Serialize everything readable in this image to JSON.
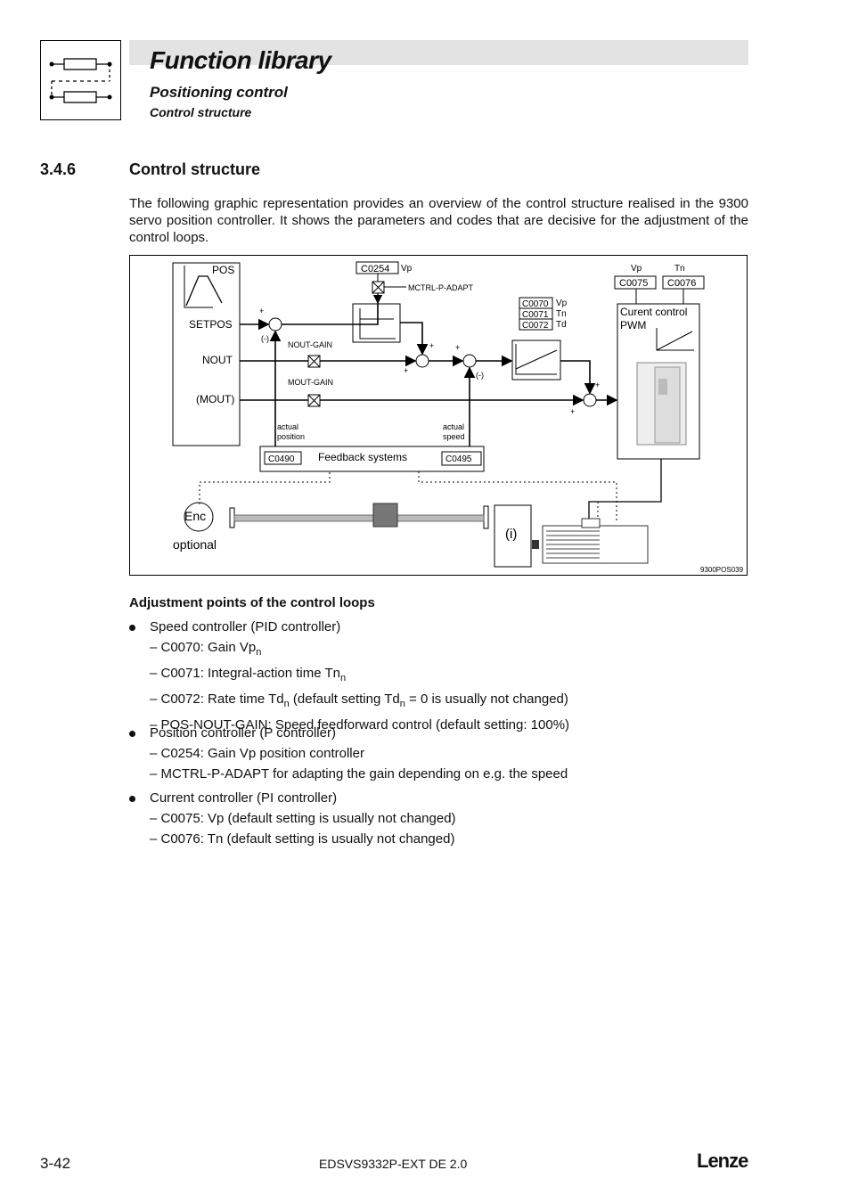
{
  "header": {
    "title": "Function library",
    "subtitle": "Positioning control",
    "subsubtitle": "Control structure",
    "icon": "circuit-block-icon"
  },
  "section": {
    "number": "3.4.6",
    "title": "Control structure",
    "intro": "The following graphic representation provides an overview of the control structure realised in the 9300 servo position controller. It shows the parameters and codes that are decisive for the adjustment of the control loops."
  },
  "diagram": {
    "profile": {
      "pos": "POS",
      "setpos": "SETPOS",
      "nout": "NOUT",
      "mout": "(MOUT)"
    },
    "c0254": "C0254",
    "vp": "Vp",
    "tn": "Tn",
    "td": "Td",
    "mctrl": "MCTRL-P-ADAPT",
    "nout_gain": "NOUT-GAIN",
    "mout_gain": "MOUT-GAIN",
    "plus": "+",
    "minus": "(-)",
    "c0070": "C0070",
    "c0071": "C0071",
    "c0072": "C0072",
    "c0075": "C0075",
    "c0076": "C0076",
    "current_control_1": "Curent control",
    "current_control_2": "PWM",
    "actual_position_1": "actual",
    "actual_position_2": "position",
    "actual_speed_1": "actual",
    "actual_speed_2": "speed",
    "c0490": "C0490",
    "feedback": "Feedback systems",
    "c0495": "C0495",
    "enc": "Enc",
    "optional": "optional",
    "gear": "(i)",
    "fig_id": "9300POS039"
  },
  "adjustment": {
    "heading": "Adjustment points of the control loops",
    "speed": {
      "head": "Speed controller (PID controller)",
      "i1": {
        "pre": "– C0070: Gain Vp",
        "sub": "n"
      },
      "i2": {
        "pre": "– C0071: Integral-action time Tn",
        "sub": "n"
      },
      "i3": {
        "pre": "– C0072: Rate time Td",
        "sub": "n",
        "mid": " (default setting Td",
        "sub2": "n",
        "post": " = 0 is usually not changed)"
      },
      "i4": "– POS-NOUT-GAIN: Speed feedforward control (default setting: 100%)"
    },
    "position": {
      "head": "Position controller (P controller)",
      "i1": "– C0254: Gain Vp position controller",
      "i2": "– MCTRL-P-ADAPT for adapting the gain depending on e.g. the speed"
    },
    "current": {
      "head": "Current controller (PI controller)",
      "i1": "– C0075: Vp (default setting is usually not changed)",
      "i2": "– C0076: Tn (default setting is usually not changed)"
    }
  },
  "footer": {
    "page": "3-42",
    "doc": "EDSVS9332P-EXT DE 2.0",
    "brand": "Lenze"
  }
}
